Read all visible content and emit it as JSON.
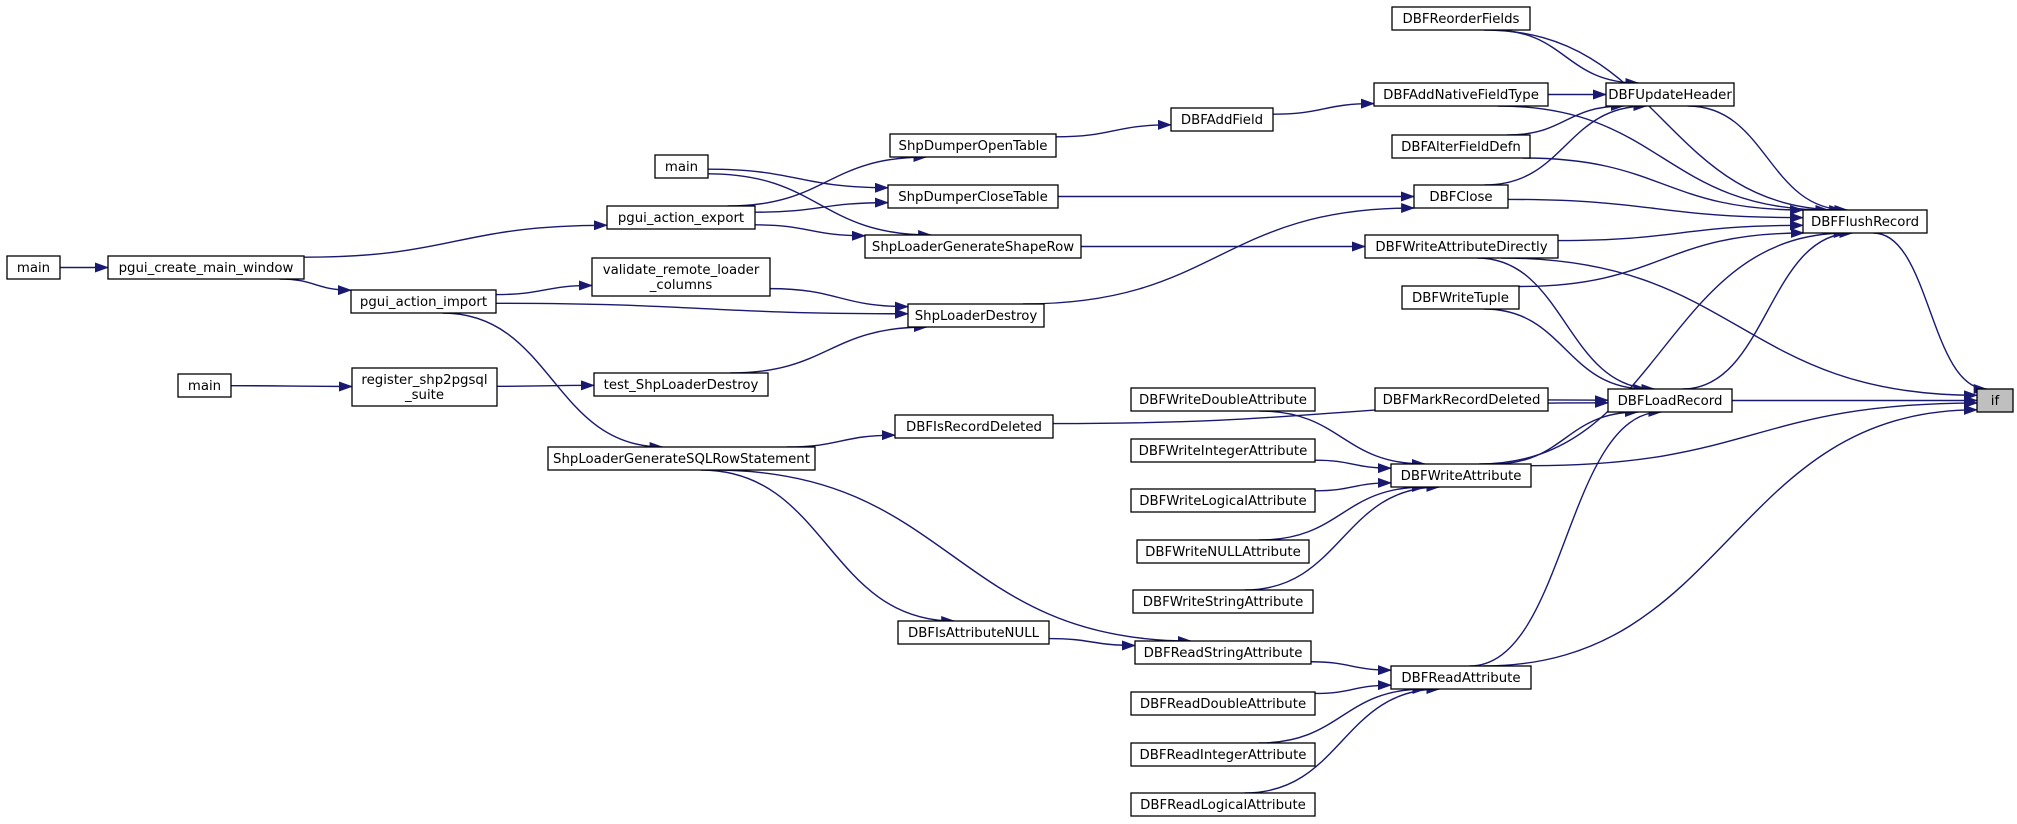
{
  "graph": {
    "edge_color": "#191970",
    "focus_fill": "#bfbfbf",
    "nodes": [
      {
        "id": "if",
        "lines": [
          "if"
        ],
        "focus": true
      },
      {
        "id": "DBFFlushRecord",
        "lines": [
          "DBFFlushRecord"
        ]
      },
      {
        "id": "DBFLoadRecord",
        "lines": [
          "DBFLoadRecord"
        ]
      },
      {
        "id": "DBFWriteAttribute",
        "lines": [
          "DBFWriteAttribute"
        ]
      },
      {
        "id": "DBFReadAttribute",
        "lines": [
          "DBFReadAttribute"
        ]
      },
      {
        "id": "DBFWriteAttributeDirectly",
        "lines": [
          "DBFWriteAttributeDirectly"
        ]
      },
      {
        "id": "DBFReorderFields",
        "lines": [
          "DBFReorderFields"
        ]
      },
      {
        "id": "DBFUpdateHeader",
        "lines": [
          "DBFUpdateHeader"
        ]
      },
      {
        "id": "DBFAddNativeFieldType",
        "lines": [
          "DBFAddNativeFieldType"
        ]
      },
      {
        "id": "DBFAlterFieldDefn",
        "lines": [
          "DBFAlterFieldDefn"
        ]
      },
      {
        "id": "DBFClose",
        "lines": [
          "DBFClose"
        ]
      },
      {
        "id": "DBFWriteTuple",
        "lines": [
          "DBFWriteTuple"
        ]
      },
      {
        "id": "DBFMarkRecordDeleted",
        "lines": [
          "DBFMarkRecordDeleted"
        ]
      },
      {
        "id": "DBFWriteDoubleAttribute",
        "lines": [
          "DBFWriteDoubleAttribute"
        ]
      },
      {
        "id": "DBFWriteIntegerAttribute",
        "lines": [
          "DBFWriteIntegerAttribute"
        ]
      },
      {
        "id": "DBFWriteLogicalAttribute",
        "lines": [
          "DBFWriteLogicalAttribute"
        ]
      },
      {
        "id": "DBFWriteNULLAttribute",
        "lines": [
          "DBFWriteNULLAttribute"
        ]
      },
      {
        "id": "DBFWriteStringAttribute",
        "lines": [
          "DBFWriteStringAttribute"
        ]
      },
      {
        "id": "DBFReadStringAttribute",
        "lines": [
          "DBFReadStringAttribute"
        ]
      },
      {
        "id": "DBFReadDoubleAttribute",
        "lines": [
          "DBFReadDoubleAttribute"
        ]
      },
      {
        "id": "DBFReadIntegerAttribute",
        "lines": [
          "DBFReadIntegerAttribute"
        ]
      },
      {
        "id": "DBFReadLogicalAttribute",
        "lines": [
          "DBFReadLogicalAttribute"
        ]
      },
      {
        "id": "DBFAddField",
        "lines": [
          "DBFAddField"
        ]
      },
      {
        "id": "ShpDumperOpenTable",
        "lines": [
          "ShpDumperOpenTable"
        ]
      },
      {
        "id": "ShpDumperCloseTable",
        "lines": [
          "ShpDumperCloseTable"
        ]
      },
      {
        "id": "ShpLoaderGenerateShapeRow",
        "lines": [
          "ShpLoaderGenerateShapeRow"
        ]
      },
      {
        "id": "ShpLoaderDestroy",
        "lines": [
          "ShpLoaderDestroy"
        ]
      },
      {
        "id": "DBFIsRecordDeleted",
        "lines": [
          "DBFIsRecordDeleted"
        ]
      },
      {
        "id": "DBFIsAttributeNULL",
        "lines": [
          "DBFIsAttributeNULL"
        ]
      },
      {
        "id": "main_a",
        "lines": [
          "main"
        ]
      },
      {
        "id": "pgui_action_export",
        "lines": [
          "pgui_action_export"
        ]
      },
      {
        "id": "validate_remote_loader_columns",
        "lines": [
          "validate_remote_loader",
          "_columns"
        ]
      },
      {
        "id": "pgui_action_import",
        "lines": [
          "pgui_action_import"
        ]
      },
      {
        "id": "test_ShpLoaderDestroy",
        "lines": [
          "test_ShpLoaderDestroy"
        ]
      },
      {
        "id": "ShpLoaderGenerateSQLRowStatement",
        "lines": [
          "ShpLoaderGenerateSQLRowStatement"
        ]
      },
      {
        "id": "pgui_create_main_window",
        "lines": [
          "pgui_create_main_window"
        ]
      },
      {
        "id": "register_shp2pgsql_suite",
        "lines": [
          "register_shp2pgsql",
          "_suite"
        ]
      },
      {
        "id": "main_b",
        "lines": [
          "main"
        ]
      },
      {
        "id": "main_c",
        "lines": [
          "main"
        ]
      }
    ],
    "edges": [
      {
        "from": "DBFFlushRecord",
        "to": "if"
      },
      {
        "from": "DBFLoadRecord",
        "to": "if"
      },
      {
        "from": "DBFWriteAttribute",
        "to": "if"
      },
      {
        "from": "DBFReadAttribute",
        "to": "if"
      },
      {
        "from": "DBFWriteAttributeDirectly",
        "to": "if"
      },
      {
        "from": "DBFReorderFields",
        "to": "DBFFlushRecord"
      },
      {
        "from": "DBFAddNativeFieldType",
        "to": "DBFFlushRecord"
      },
      {
        "from": "DBFUpdateHeader",
        "to": "DBFFlushRecord"
      },
      {
        "from": "DBFAlterFieldDefn",
        "to": "DBFFlushRecord"
      },
      {
        "from": "DBFClose",
        "to": "DBFFlushRecord"
      },
      {
        "from": "DBFWriteAttributeDirectly",
        "to": "DBFFlushRecord"
      },
      {
        "from": "DBFWriteTuple",
        "to": "DBFFlushRecord"
      },
      {
        "from": "DBFLoadRecord",
        "to": "DBFFlushRecord"
      },
      {
        "from": "DBFWriteAttribute",
        "to": "DBFFlushRecord"
      },
      {
        "from": "DBFReorderFields",
        "to": "DBFUpdateHeader"
      },
      {
        "from": "DBFAddNativeFieldType",
        "to": "DBFUpdateHeader"
      },
      {
        "from": "DBFAlterFieldDefn",
        "to": "DBFUpdateHeader"
      },
      {
        "from": "DBFClose",
        "to": "DBFUpdateHeader"
      },
      {
        "from": "DBFAddField",
        "to": "DBFAddNativeFieldType"
      },
      {
        "from": "ShpDumperOpenTable",
        "to": "DBFAddField"
      },
      {
        "from": "ShpDumperCloseTable",
        "to": "DBFClose"
      },
      {
        "from": "ShpLoaderDestroy",
        "to": "DBFClose"
      },
      {
        "from": "ShpLoaderGenerateShapeRow",
        "to": "DBFWriteAttributeDirectly"
      },
      {
        "from": "DBFWriteAttributeDirectly",
        "to": "DBFLoadRecord"
      },
      {
        "from": "DBFWriteTuple",
        "to": "DBFLoadRecord"
      },
      {
        "from": "DBFMarkRecordDeleted",
        "to": "DBFLoadRecord"
      },
      {
        "from": "DBFIsRecordDeleted",
        "to": "DBFLoadRecord"
      },
      {
        "from": "DBFWriteAttribute",
        "to": "DBFLoadRecord"
      },
      {
        "from": "DBFReadAttribute",
        "to": "DBFLoadRecord"
      },
      {
        "from": "DBFWriteDoubleAttribute",
        "to": "DBFWriteAttribute"
      },
      {
        "from": "DBFWriteIntegerAttribute",
        "to": "DBFWriteAttribute"
      },
      {
        "from": "DBFWriteLogicalAttribute",
        "to": "DBFWriteAttribute"
      },
      {
        "from": "DBFWriteNULLAttribute",
        "to": "DBFWriteAttribute"
      },
      {
        "from": "DBFWriteStringAttribute",
        "to": "DBFWriteAttribute"
      },
      {
        "from": "DBFReadStringAttribute",
        "to": "DBFReadAttribute"
      },
      {
        "from": "DBFReadDoubleAttribute",
        "to": "DBFReadAttribute"
      },
      {
        "from": "DBFReadIntegerAttribute",
        "to": "DBFReadAttribute"
      },
      {
        "from": "DBFReadLogicalAttribute",
        "to": "DBFReadAttribute"
      },
      {
        "from": "DBFIsAttributeNULL",
        "to": "DBFReadStringAttribute"
      },
      {
        "from": "ShpLoaderGenerateSQLRowStatement",
        "to": "DBFIsRecordDeleted"
      },
      {
        "from": "ShpLoaderGenerateSQLRowStatement",
        "to": "DBFIsAttributeNULL"
      },
      {
        "from": "ShpLoaderGenerateSQLRowStatement",
        "to": "DBFReadStringAttribute"
      },
      {
        "from": "main_a",
        "to": "ShpDumperCloseTable"
      },
      {
        "from": "main_a",
        "to": "ShpLoaderGenerateShapeRow"
      },
      {
        "from": "pgui_action_export",
        "to": "ShpDumperOpenTable"
      },
      {
        "from": "pgui_action_export",
        "to": "ShpDumperCloseTable"
      },
      {
        "from": "pgui_action_export",
        "to": "ShpLoaderGenerateShapeRow"
      },
      {
        "from": "validate_remote_loader_columns",
        "to": "ShpLoaderDestroy"
      },
      {
        "from": "pgui_action_import",
        "to": "ShpLoaderDestroy"
      },
      {
        "from": "test_ShpLoaderDestroy",
        "to": "ShpLoaderDestroy"
      },
      {
        "from": "pgui_action_import",
        "to": "validate_remote_loader_columns"
      },
      {
        "from": "pgui_action_import",
        "to": "ShpLoaderGenerateSQLRowStatement"
      },
      {
        "from": "pgui_create_main_window",
        "to": "pgui_action_export"
      },
      {
        "from": "pgui_create_main_window",
        "to": "pgui_action_import"
      },
      {
        "from": "main_b",
        "to": "pgui_create_main_window"
      },
      {
        "from": "register_shp2pgsql_suite",
        "to": "test_ShpLoaderDestroy"
      },
      {
        "from": "main_c",
        "to": "register_shp2pgsql_suite"
      }
    ]
  }
}
